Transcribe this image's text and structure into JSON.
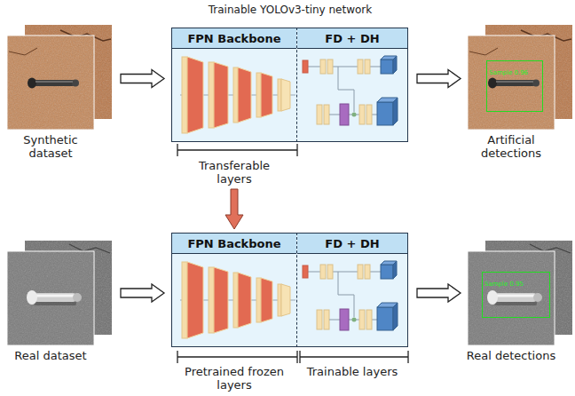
{
  "diagram": {
    "title": "Trainable YOLOv3-tiny network",
    "nodes": [
      {
        "text": [
          "Synthetic dataset"
        ]
      },
      {
        "text": [
          "FPN Backbone"
        ]
      },
      {
        "text": [
          "FD + DH"
        ]
      },
      {
        "text": [
          "Artificial detections"
        ]
      },
      {
        "text": [
          "Sample 0.96"
        ],
        "in": 3
      },
      {
        "text": [
          "Real dataset"
        ]
      },
      {
        "text": [
          "FPN Backbone"
        ]
      },
      {
        "text": [
          "FD + DH"
        ]
      },
      {
        "text": [
          "Real detections"
        ]
      },
      {
        "text": [
          "Sample 0.95"
        ],
        "in": 8
      }
    ],
    "edges": [
      {
        "from": 0,
        "to": 1,
        "arrow": "to"
      },
      {
        "from": 2,
        "to": 3,
        "arrow": "to"
      },
      {
        "from": 5,
        "to": 6,
        "arrow": "to"
      },
      {
        "from": 7,
        "to": 8,
        "arrow": "to"
      }
    ],
    "labels": [
      "Transferable layers",
      "Pretrained frozen layers",
      "Trainable layers"
    ]
  }
}
